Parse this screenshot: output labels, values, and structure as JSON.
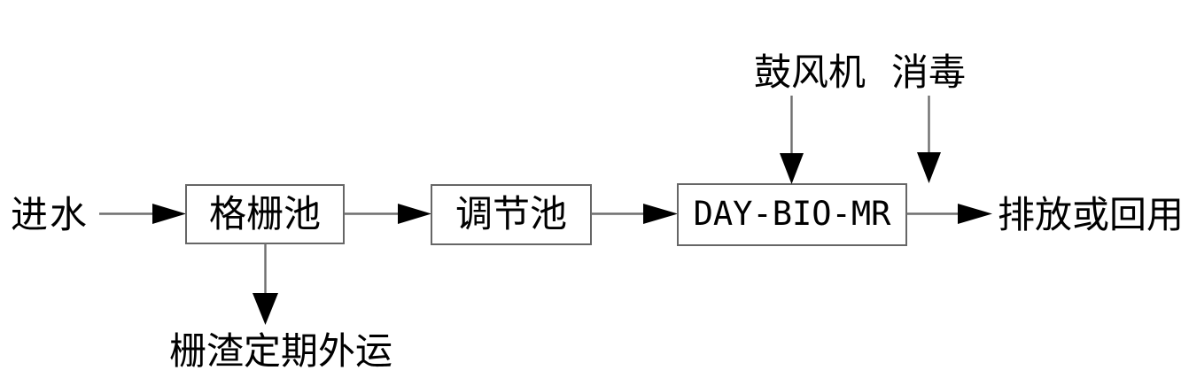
{
  "diagram": {
    "labels": {
      "inlet": "进水",
      "grid_pool": "格栅池",
      "regulation_pool": "调节池",
      "bioreactor": "DAY-BIO-MR",
      "outlet": "排放或回用",
      "blower": "鼓风机",
      "disinfection": "消毒",
      "residue": "栅渣定期外运"
    },
    "colors": {
      "line": "#6e6e6e",
      "box_border": "#666666",
      "arrowhead": "#000000",
      "text": "#000000",
      "background": "#ffffff"
    }
  }
}
